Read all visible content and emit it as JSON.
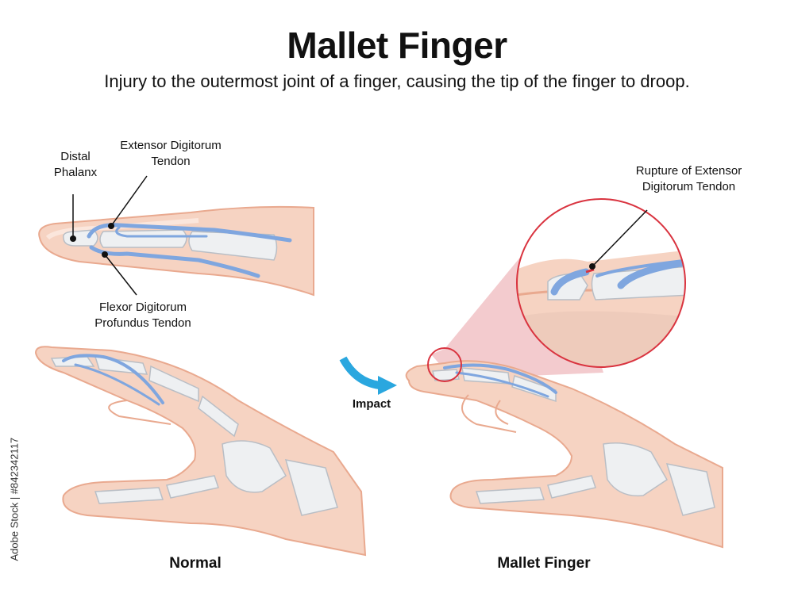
{
  "title": "Mallet Finger",
  "subtitle": "Injury to the outermost joint of a finger, causing the tip of the finger to droop.",
  "labels": {
    "distal_phalanx": [
      "Distal",
      "Phalanx"
    ],
    "extensor_tendon": [
      "Extensor Digitorum",
      "Tendon"
    ],
    "flexor_tendon": [
      "Flexor Digitorum",
      "Profundus Tendon"
    ],
    "rupture": [
      "Rupture of Extensor",
      "Digitorum Tendon"
    ],
    "impact": "Impact"
  },
  "captions": {
    "normal": "Normal",
    "mallet": "Mallet Finger"
  },
  "watermark": "Adobe Stock | #842342117",
  "colors": {
    "skin": "#f6d3c2",
    "skin_dark": "#e9a98f",
    "bone": "#eef0f2",
    "tendon": "#7fa6df",
    "zoom_ring": "#d9333f",
    "arrow": "#2aa7df"
  }
}
